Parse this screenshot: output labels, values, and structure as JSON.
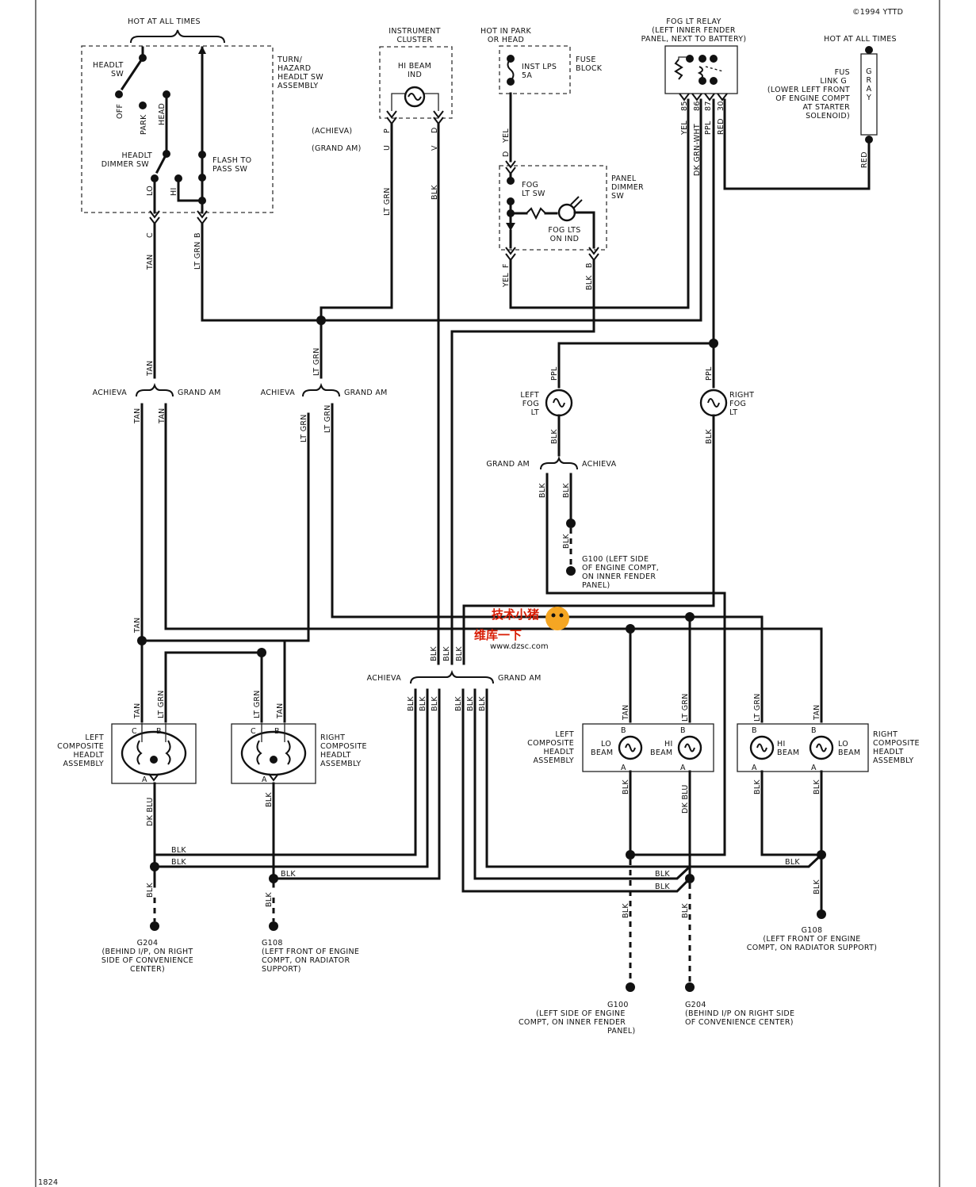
{
  "copyright": "©1994 YTTD",
  "watermark": {
    "text": "维库一下",
    "url": "www.dzsc.com",
    "logo": "技术小猪"
  },
  "top": {
    "hot_all_times": "HOT AT ALL TIMES",
    "switch_assy": [
      "TURN/",
      "HAZARD",
      "HEADLT SW",
      "ASSEMBLY"
    ],
    "headlt_sw": [
      "HEADLT",
      "SW"
    ],
    "off": "OFF",
    "park": "PARK",
    "head": "HEAD",
    "dimmer": [
      "HEADLT",
      "DIMMER SW"
    ],
    "flash": [
      "FLASH TO",
      "PASS SW"
    ],
    "lo": "LO",
    "hi": "HI",
    "pin_c": "C",
    "pin_b": "B"
  },
  "cluster": {
    "title": [
      "INSTRUMENT",
      "CLUSTER"
    ],
    "ind": [
      "HI BEAM",
      "IND"
    ],
    "achieva": "(ACHIEVA)",
    "grandam": "(GRAND AM)",
    "pin_p": "P",
    "pin_u": "U",
    "pin_d": "D",
    "pin_v": "V"
  },
  "fuse": {
    "hot_park": [
      "HOT IN PARK",
      "OR HEAD"
    ],
    "name": [
      "INST LPS",
      "5A"
    ],
    "block": [
      "FUSE",
      "BLOCK"
    ],
    "pin_d": "D",
    "wire_yel": "YEL"
  },
  "panel": {
    "fog_sw": [
      "FOG",
      "LT SW"
    ],
    "dimmer": [
      "PANEL",
      "DIMMER",
      "SW"
    ],
    "fog_ind": [
      "FOG LTS",
      "ON IND"
    ],
    "pin_f": "F",
    "pin_b": "B"
  },
  "relay": {
    "title": [
      "FOG LT RELAY",
      "(LEFT INNER FENDER",
      "PANEL, NEXT TO BATTERY)"
    ],
    "pins": [
      "85",
      "86",
      "87",
      "30"
    ]
  },
  "fusible": {
    "hot": "HOT AT ALL TIMES",
    "label": [
      "FUS",
      "LINK G",
      "(LOWER LEFT FRONT",
      "OF ENGINE COMPT",
      "AT STARTER",
      "SOLENOID)"
    ],
    "color": "GRAY"
  },
  "wires": {
    "tan": "TAN",
    "ltgrn": "LT GRN",
    "blk": "BLK",
    "yel": "YEL",
    "dkgrnwht": "DK GRN-WHT",
    "ppl": "PPL",
    "red": "RED",
    "dkblu": "DK BLU"
  },
  "splits": {
    "achieva": "ACHIEVA",
    "grandam": "GRAND AM"
  },
  "fog": {
    "left": [
      "LEFT",
      "FOG",
      "LT"
    ],
    "right": [
      "RIGHT",
      "FOG",
      "LT"
    ]
  },
  "g100_top": [
    "G100 (LEFT SIDE",
    "OF ENGINE COMPT,",
    "ON INNER FENDER",
    "PANEL)"
  ],
  "lamps": {
    "left_comp": [
      "LEFT",
      "COMPOSITE",
      "HEADLT",
      "ASSEMBLY"
    ],
    "right_comp": [
      "RIGHT",
      "COMPOSITE",
      "HEADLT",
      "ASSEMBLY"
    ],
    "lo_beam": [
      "LO",
      "BEAM"
    ],
    "hi_beam": [
      "HI",
      "BEAM"
    ],
    "pin_a": "A",
    "pin_b": "B",
    "pin_c": "C"
  },
  "grounds": {
    "g204_left": [
      "G204",
      "(BEHIND I/P, ON RIGHT",
      "SIDE OF CONVENIENCE",
      "CENTER)"
    ],
    "g108_left": [
      "G108",
      "(LEFT FRONT OF ENGINE",
      "COMPT, ON RADIATOR",
      "SUPPORT)"
    ],
    "g100_bot": [
      "G100",
      "(LEFT SIDE OF ENGINE",
      "COMPT, ON INNER FENDER",
      "PANEL)"
    ],
    "g204_right": [
      "G204",
      "(BEHIND I/P ON RIGHT SIDE",
      "OF CONVENIENCE CENTER)"
    ],
    "g108_right": [
      "G108",
      "(LEFT FRONT OF ENGINE",
      "COMPT, ON RADIATOR SUPPORT)"
    ]
  },
  "page_no": "1824"
}
